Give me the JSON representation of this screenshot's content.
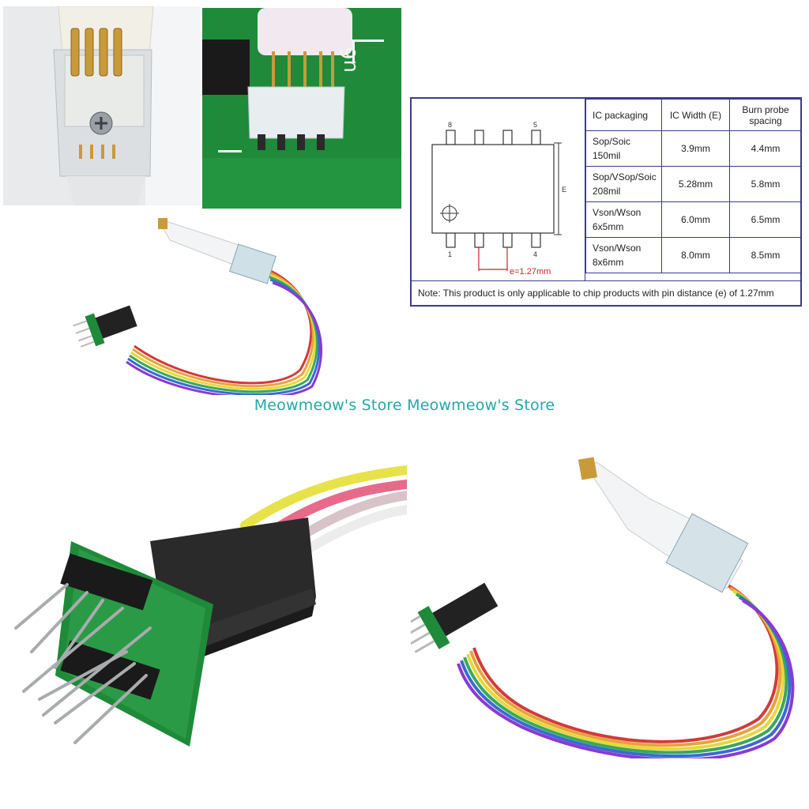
{
  "spec_table": {
    "diagram": {
      "pin_top_left": "8",
      "pin_top_right": "5",
      "pin_bottom_left": "1",
      "pin_bottom_right": "4",
      "width_label": "E",
      "pitch_label": "e=1.27mm"
    },
    "headers": {
      "packaging": "IC packaging",
      "width": "IC Width (E)",
      "spacing_line1": "Burn probe",
      "spacing_line2": "spacing"
    },
    "rows": [
      {
        "pkg_line1": "Sop/Soic",
        "pkg_line2": "150mil",
        "width": "3.9mm",
        "spacing": "4.4mm"
      },
      {
        "pkg_line1": "Sop/VSop/Soic",
        "pkg_line2": "208mil",
        "width": "5.28mm",
        "spacing": "5.8mm"
      },
      {
        "pkg_line1": "Vson/Wson",
        "pkg_line2": "6x5mm",
        "width": "6.0mm",
        "spacing": "6.5mm"
      },
      {
        "pkg_line1": "Vson/Wson",
        "pkg_line2": "8x6mm",
        "width": "8.0mm",
        "spacing": "8.5mm"
      }
    ],
    "note": "Note: This product is only applicable to chip products with pin distance (e) of 1.27mm"
  },
  "watermark": "Meowmeow's Store Meowmeow's Store",
  "pcb_label": "u6",
  "colors": {
    "table_border": "#3b3b8f",
    "watermark": "#22a8a8",
    "pcb_green": "#1f8a3a",
    "pitch_marker": "#c0282d"
  }
}
